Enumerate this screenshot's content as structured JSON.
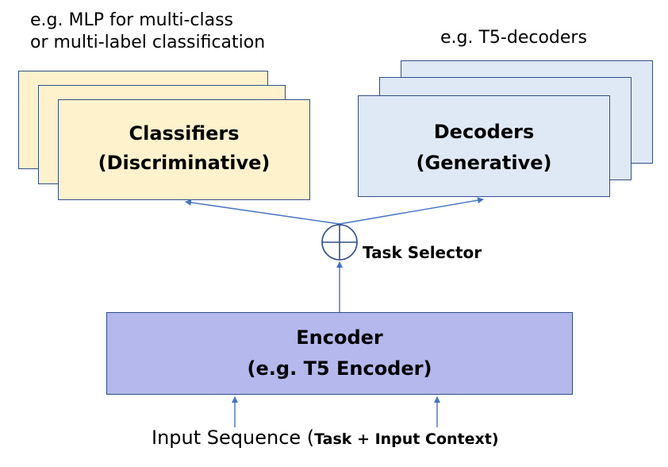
{
  "classifier_note": {
    "line1": "e.g. MLP for multi-class",
    "line2": "or multi-label classification"
  },
  "decoder_note": "e.g. T5-decoders",
  "classifiers": {
    "line1": "Classifiers",
    "line2": "(Discriminative)"
  },
  "decoders": {
    "line1": "Decoders",
    "line2": "(Generative)"
  },
  "task_selector": "Task Selector",
  "encoder": {
    "line1": "Encoder",
    "line2": "(e.g. T5 Encoder)"
  },
  "input": {
    "prefix": "Input Sequence (",
    "bold": "Task + Input Context)"
  },
  "colors": {
    "classifier_fill": "#fdf2cc",
    "decoder_fill": "#dfe9f5",
    "encoder_fill": "#b4b8ec",
    "border": "#2f4f8a",
    "arrow": "#4472c4"
  }
}
